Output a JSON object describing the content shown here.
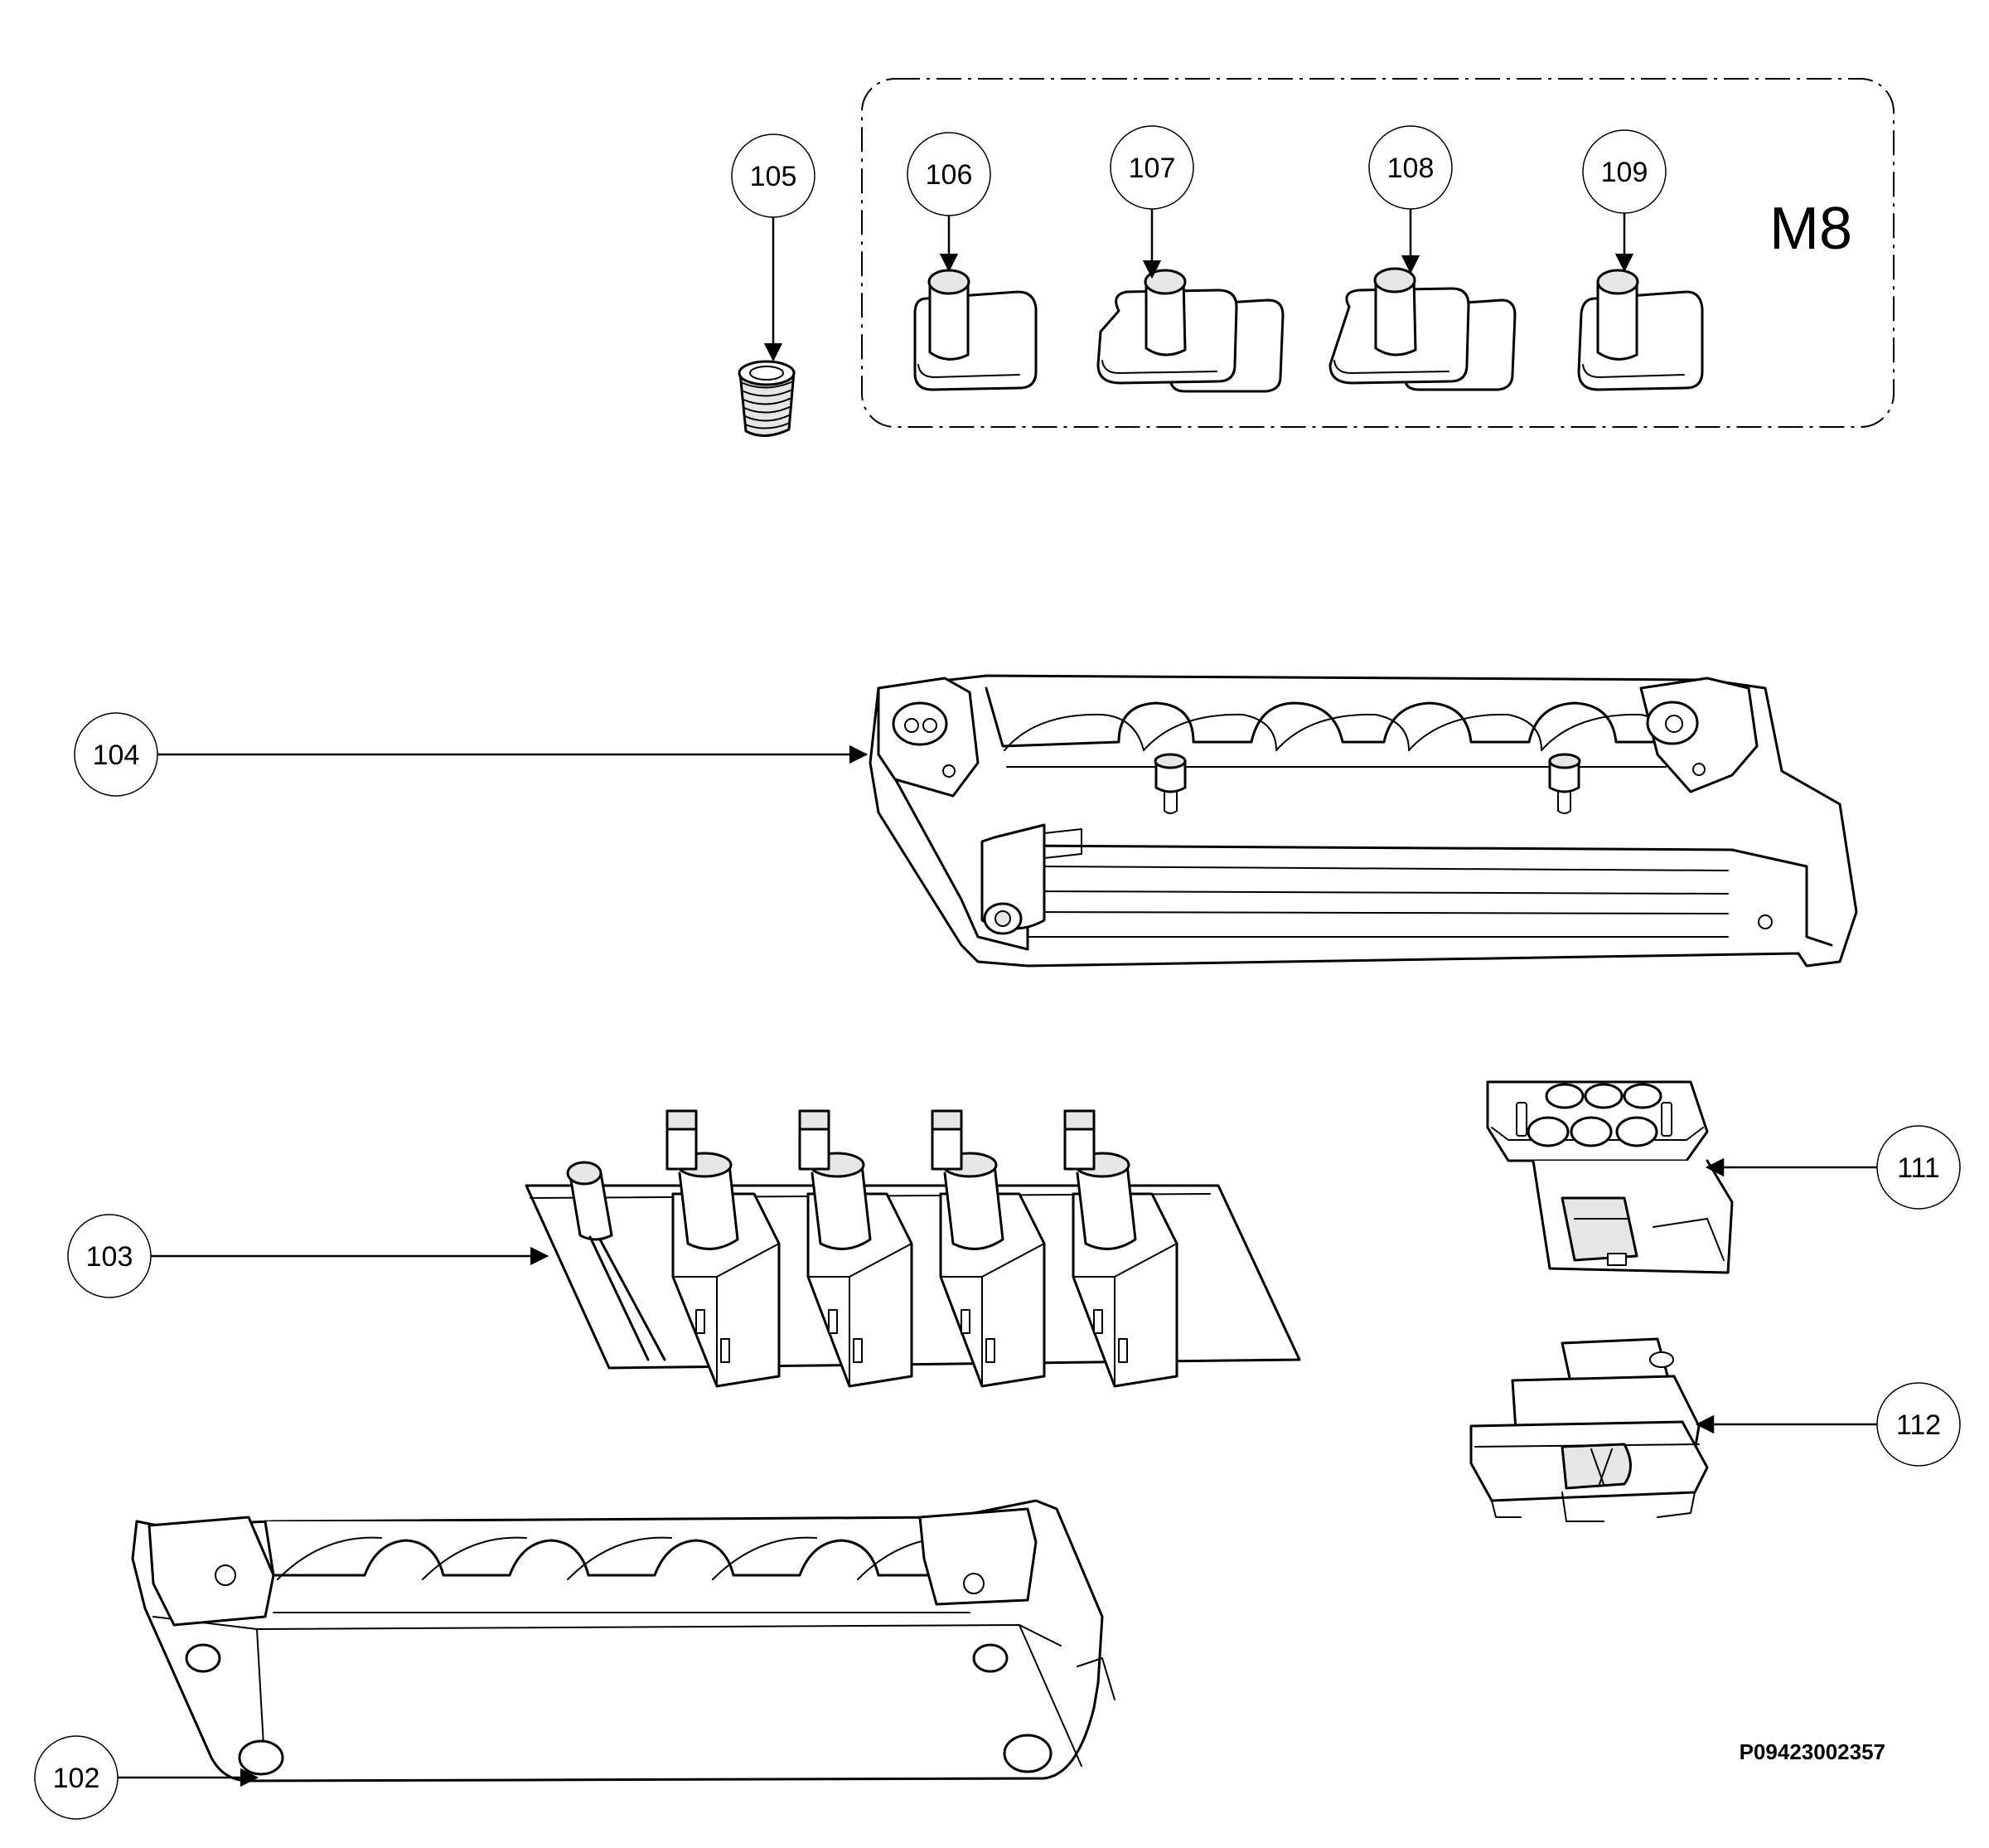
{
  "diagram": {
    "group_label": "M8",
    "drawing_code": "P09423002357",
    "callouts": {
      "c102": "102",
      "c103": "103",
      "c104": "104",
      "c105": "105",
      "c106": "106",
      "c107": "107",
      "c108": "108",
      "c109": "109",
      "c111": "111",
      "c112": "112"
    }
  }
}
